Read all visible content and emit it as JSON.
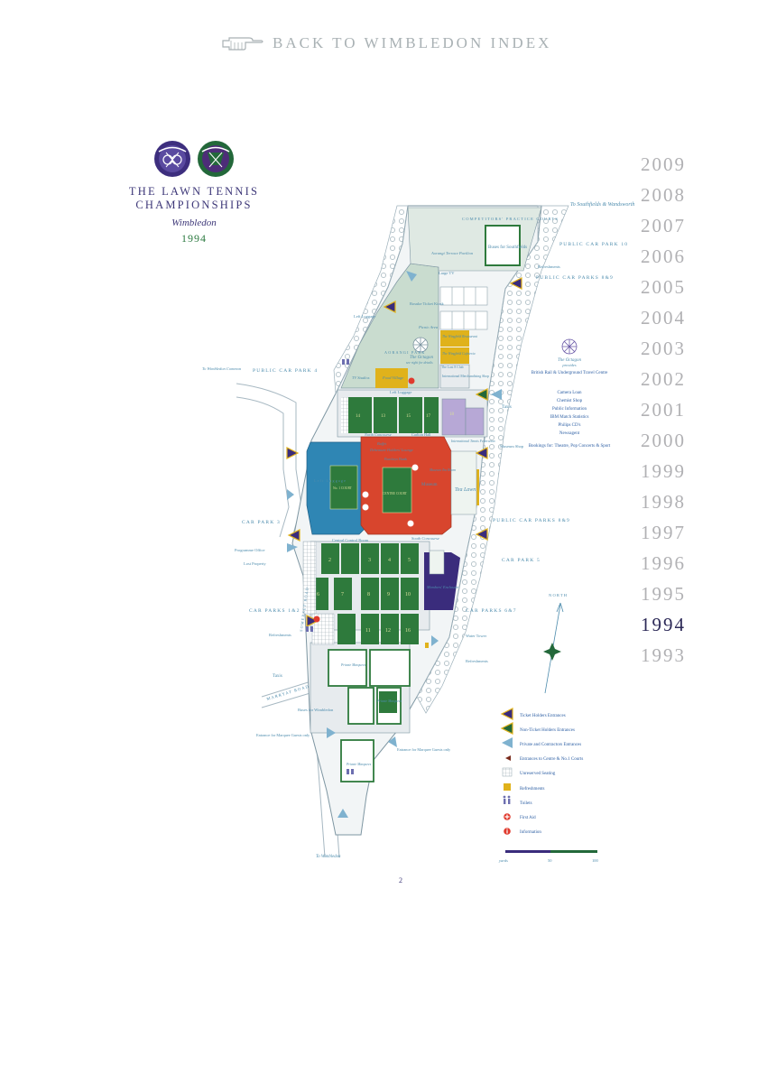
{
  "nav": {
    "back_label": "BACK TO WIMBLEDON INDEX",
    "back_icon": "pointing-hand-icon"
  },
  "header": {
    "title_line1": "THE LAWN TENNIS",
    "title_line2": "CHAMPIONSHIPS",
    "subtitle": "Wimbledon",
    "year": "1994"
  },
  "years": [
    "2009",
    "2008",
    "2007",
    "2006",
    "2005",
    "2004",
    "2003",
    "2002",
    "2001",
    "2000",
    "1999",
    "1998",
    "1997",
    "1996",
    "1995",
    "1994",
    "1993"
  ],
  "current_year": "1994",
  "colors": {
    "court_green": "#2e7a3c",
    "stadium_red": "#d8452d",
    "no1_blue": "#2f86b4",
    "members_purple": "#3a2c7c",
    "refreshment_yellow": "#e0b21b",
    "grounds_green": "#c9dccf",
    "walk_grey": "#e7ebee"
  },
  "map": {
    "to_southfields": "To Southfields & Wandsworth",
    "competitors_practice": "COMPETITORS' PRACTICE COURTS",
    "buses_southfields": "Buses for Southfields",
    "car_park_10": "PUBLIC CAR PARK 10",
    "refreshments": "Refreshments",
    "car_parks_8_9": "PUBLIC CAR PARKS 8&9",
    "car_parks_8_9_b": "PUBLIC CAR PARKS 8&9",
    "aorangi_pavilion": "Aorangi Terrace Pavilion",
    "large_tv": "Large TV",
    "kiosk": "Rosuke Ticket Kiosk",
    "picnic_area": "Picnic Area",
    "left_luggage": "Left Luggage",
    "left_luggage_2": "Left Luggage",
    "left_luggage_3": "Left Luggage",
    "aorangi_park": "AORANGI PARK",
    "the_octagon": "The Octagon",
    "octagon_note": "see right for details",
    "wingfield_restaurant": "The Wingfield Restaurant",
    "wingfield_cafe": "The Wingfield Cafeteria",
    "last8_club": "The Last 8 Club",
    "merchandising": "International Merchandising Shop",
    "tv_studios": "TV Studios",
    "food_village": "Food Village",
    "car_park_4": "PUBLIC CAR PARK 4",
    "to_wimbledon_common": "To Wimbledon Common",
    "taxis": "Taxis",
    "taxis_2": "Taxis",
    "north_concourse": "North Concourse",
    "carlton_hall": "Carlton Hall",
    "buffet": "Buffet",
    "debenture_lounge": "Debenture Holders' Lounge",
    "barclays_bank": "Barclays Bank",
    "museum": "Museum",
    "museum_shop": "Museum Shop",
    "museum_tea_room": "Museum Tea Room",
    "tea_lawn": "Tea Lawn",
    "covered_walk": "Covered Walkway",
    "international_federation": "International Tennis Federation",
    "central_control": "Central Control Room",
    "south_concourse": "South Concourse",
    "car_park_3": "CAR PARK 3",
    "programme_office": "Programme Office",
    "lost_property": "Lost Property",
    "car_park_5": "CAR PARK 5",
    "members_enclosure": "Members' Enclosure",
    "car_parks_1_2": "CAR PARKS 1&2",
    "car_parks_6_7": "CAR PARKS 6&7",
    "water_tower": "Water Tower",
    "refreshments_2": "Refreshments",
    "refreshments_3": "Refreshments",
    "private_marquees": "Private Marquees",
    "private_marquees_2": "Private Marquees",
    "private_marquees_3": "Private Marquees",
    "somerset_road": "SOMERSET ROAD",
    "marryat_road": "MARRYAT ROAD",
    "buses_wimbledon": "Buses for Wimbledon",
    "entrance_marquee_1": "Entrance for Marquee Guests only",
    "entrance_marquee_2": "Entrance for Marquee Guests only",
    "to_wimbledon": "To Wimbledon",
    "north": "NORTH",
    "centre_court": "CENTRE COURT",
    "no1_court": "No. 1 COURT",
    "court_numbers": [
      "14",
      "13",
      "15",
      "17",
      "18",
      "2",
      "3",
      "4",
      "5",
      "6",
      "7",
      "8",
      "9",
      "10",
      "11",
      "12",
      "16"
    ],
    "octagon_info": {
      "title": "The Octagon",
      "provides": "provides",
      "items": [
        "British Rail & Underground Travel Centre",
        "Camera Loan",
        "Chemist Shop",
        "Public Information",
        "IBM Match Statistics",
        "Philips CD's",
        "Newsagent",
        "Bookings for: Theatre, Pop Concerts & Sport"
      ]
    }
  },
  "legend": {
    "items": [
      {
        "label": "Ticket Holders Entrances",
        "icon": "ticket-entrance-arrow-icon"
      },
      {
        "label": "Non-Ticket Holders Entrances",
        "icon": "non-ticket-entrance-arrow-icon"
      },
      {
        "label": "Private and Contractors Entrances",
        "icon": "private-entrance-arrow-icon"
      },
      {
        "label": "Entrances to Centre & No.1 Courts",
        "icon": "court-entrance-triangle-icon"
      },
      {
        "label": "Unreserved Seating",
        "icon": "seating-grid-icon"
      },
      {
        "label": "Refreshments",
        "icon": "refreshment-square-icon"
      },
      {
        "label": "Toilets",
        "icon": "toilets-icon"
      },
      {
        "label": "First Aid",
        "icon": "first-aid-icon"
      },
      {
        "label": "Information",
        "icon": "information-icon"
      }
    ],
    "scale_label": "yards",
    "scale_ticks": [
      "50",
      "100"
    ]
  },
  "page_number": "2"
}
